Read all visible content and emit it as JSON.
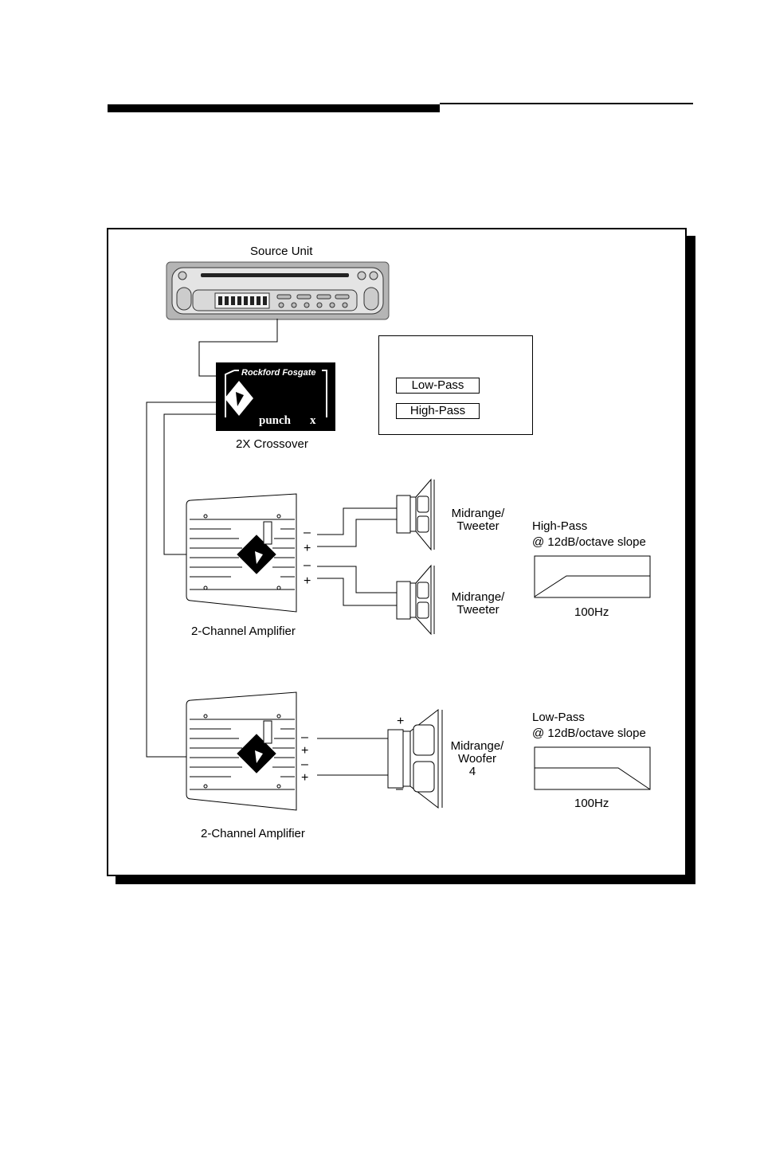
{
  "diagram": {
    "source_unit_label": "Source Unit",
    "crossover_label": "2X Crossover",
    "crossover_brand": "Rockford Fosgate",
    "crossover_model": "punch",
    "crossover_model_suffix": "x",
    "amp_top_label": "2-Channel Amplifier",
    "amp_bottom_label": "2-Channel Amplifier",
    "speakers": {
      "mid_tweeter_1": [
        "Midrange/",
        "Tweeter"
      ],
      "mid_tweeter_2": [
        "Midrange/",
        "Tweeter"
      ],
      "mid_woofer": [
        "Midrange/",
        "Woofer",
        "4"
      ]
    },
    "terminals": {
      "minus": "–",
      "plus": "+"
    },
    "legend": {
      "low_pass": "Low-Pass",
      "high_pass": "High-Pass"
    },
    "high_pass_curve": {
      "title": "High-Pass",
      "slope": "@ 12dB/octave slope",
      "freq": "100Hz"
    },
    "low_pass_curve": {
      "title": "Low-Pass",
      "slope": "@ 12dB/octave slope",
      "freq": "100Hz"
    }
  },
  "colors": {
    "line": "#000000",
    "head_unit_body": "#b8b8b8",
    "head_unit_face": "#e6e6e6"
  }
}
